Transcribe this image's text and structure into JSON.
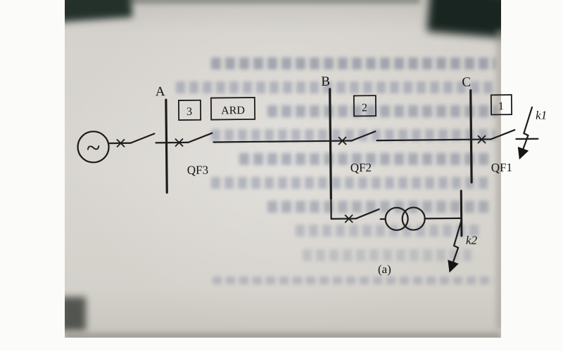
{
  "page": {
    "caption": "(a)"
  },
  "diagram": {
    "generator_symbol": "~",
    "bus_labels": {
      "a": "A",
      "b": "B",
      "c": "C"
    },
    "section_boxes": {
      "box3": "3",
      "ard": "ARD",
      "box2": "2",
      "box1": "1"
    },
    "breaker_labels": {
      "qf3": "QF3",
      "qf2": "QF2",
      "qf1": "QF1"
    },
    "fault_labels": {
      "k1": "k1",
      "k2": "k2"
    },
    "colors": {
      "line": "#1c1c1c",
      "page": "#d7d4cf"
    }
  }
}
